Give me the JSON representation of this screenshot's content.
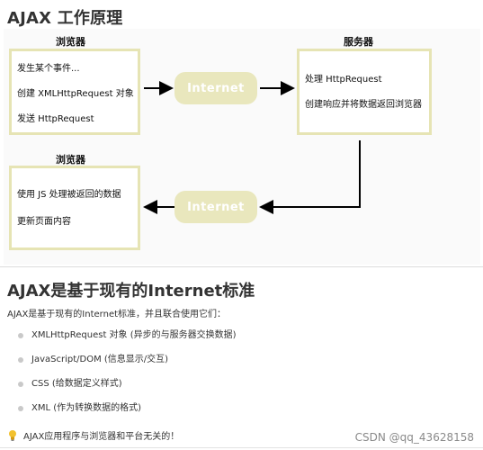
{
  "title": "AJAX 工作原理",
  "diagram": {
    "browser_label_1": "浏览器",
    "server_label": "服务器",
    "browser_label_2": "浏览器",
    "browser1_lines": [
      "发生某个事件...",
      "创建 XMLHttpRequest 对象",
      "发送 HttpRequest"
    ],
    "server_lines": [
      "处理 HttpRequest",
      "创建响应并将数据返回浏览器"
    ],
    "browser2_lines": [
      "使用 JS 处理被返回的数据",
      "更新页面内容"
    ],
    "internet_1": "Internet",
    "internet_2": "Internet",
    "colors": {
      "box_border": "#e6e4b4",
      "cloud_fill": "#e9e7bd"
    }
  },
  "section": {
    "heading": "AJAX是基于现有的Internet标准",
    "intro": "AJAX是基于现有的Internet标准，并且联合使用它们：",
    "items": [
      "XMLHttpRequest 对象 (异步的与服务器交换数据)",
      "JavaScript/DOM (信息显示/交互)",
      "CSS (给数据定义样式)",
      "XML (作为转换数据的格式)"
    ],
    "tip": "AJAX应用程序与浏览器和平台无关的！"
  },
  "watermark": "CSDN @qq_43628158"
}
